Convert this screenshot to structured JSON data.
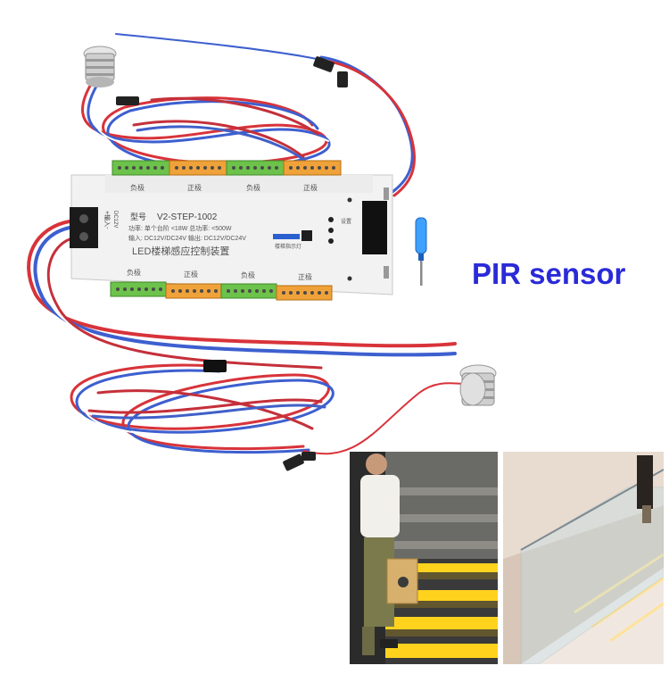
{
  "caption": "PIR sensor",
  "controller": {
    "model": "V2-STEP-1002",
    "model_label": "型号",
    "power_line": "功率: 单个台阶 <18W 总功率: <500W",
    "io_line": "输入: DC12V/DC24V 输出: DC12V/DC24V",
    "title": "LED楼梯感应控制装置",
    "input_label": "+输入-",
    "input_sub": "DC12V",
    "top_labels": [
      "负极",
      "正极",
      "负极",
      "正极"
    ],
    "bottom_labels": [
      "负极",
      "正极",
      "负极",
      "正极"
    ],
    "display_label": "楼梯指示灯",
    "display_side_label": "设置"
  },
  "colors": {
    "caption": "#2a2ad8",
    "terminal_green": "#6cc24a",
    "terminal_orange": "#f0a23a",
    "wire_red": "#d8333a",
    "wire_blue": "#3d5fcf",
    "led_strip": "#ffd21e"
  },
  "photos": [
    {
      "subject": "person carrying bags climbing lit stairs"
    },
    {
      "subject": "modern staircase with glass railing and LED step lights"
    }
  ]
}
